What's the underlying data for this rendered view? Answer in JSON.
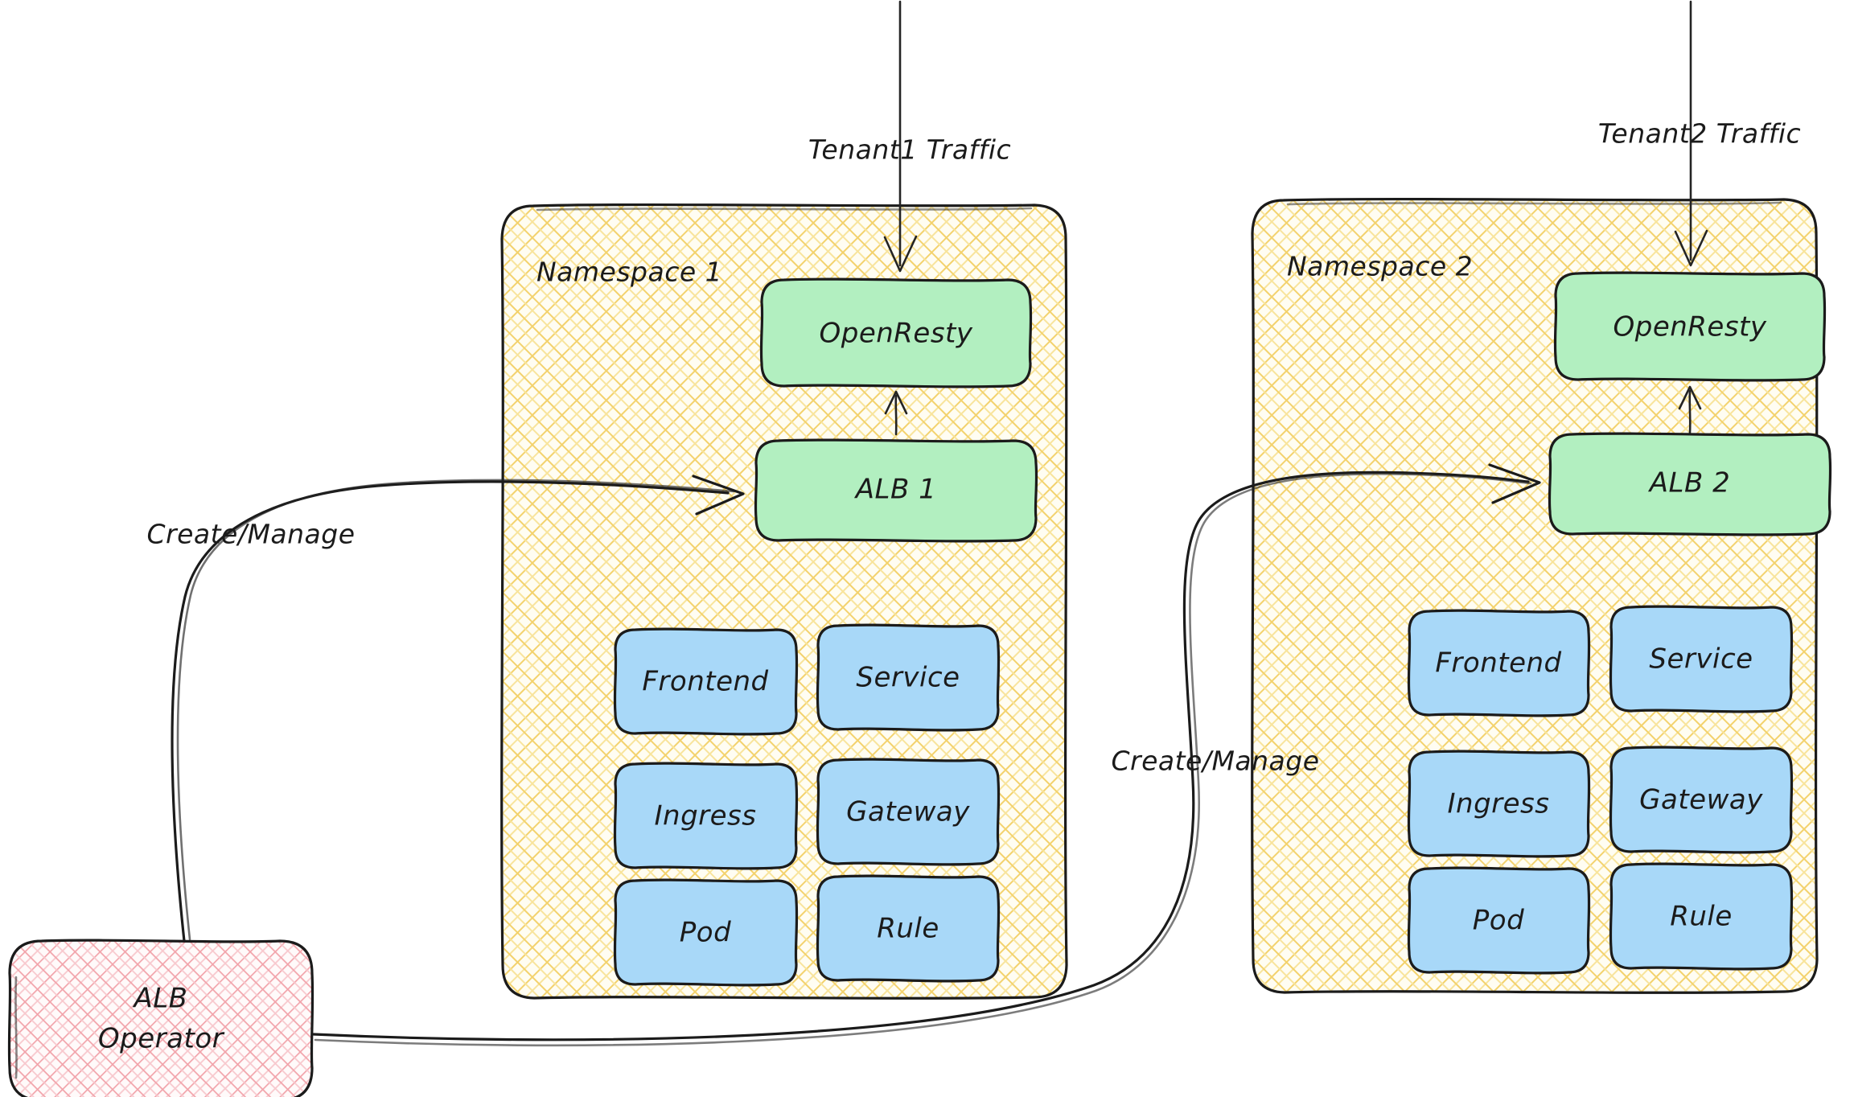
{
  "diagram": {
    "title": "ALB Operator multi-tenant namespace architecture",
    "colors": {
      "namespace_fill": "#fdf3c8",
      "namespace_hatch": "#f2d369",
      "namespace_stroke": "#1b1b1b",
      "green_fill": "#b2efc0",
      "green_stroke": "#1b1b1b",
      "blue_fill": "#a8d8f8",
      "blue_stroke": "#1b1b1b",
      "operator_fill": "#fbe3e6",
      "operator_hatch": "#f3a8ae",
      "operator_stroke": "#1b1b1b",
      "edge_stroke": "#1b1b1b",
      "text": "#1b1b1b",
      "background": "#ffffff"
    },
    "traffic_labels": [
      {
        "id": "tenant1-traffic",
        "text": "Tenant1 Traffic"
      },
      {
        "id": "tenant2-traffic",
        "text": "Tenant2 Traffic"
      }
    ],
    "edge_labels": [
      {
        "id": "create-manage-1",
        "text": "Create/Manage"
      },
      {
        "id": "create-manage-2",
        "text": "Create/Manage"
      }
    ],
    "operator": {
      "id": "alb-operator",
      "line1": "ALB",
      "line2": "Operator"
    },
    "namespaces": [
      {
        "id": "namespace-1",
        "label": "Namespace 1",
        "gateway": "OpenResty",
        "alb": "ALB 1",
        "resources": [
          {
            "id": "frontend",
            "label": "Frontend"
          },
          {
            "id": "service",
            "label": "Service"
          },
          {
            "id": "ingress",
            "label": "Ingress"
          },
          {
            "id": "gateway",
            "label": "Gateway"
          },
          {
            "id": "pod",
            "label": "Pod"
          },
          {
            "id": "rule",
            "label": "Rule"
          }
        ]
      },
      {
        "id": "namespace-2",
        "label": "Namespace 2",
        "gateway": "OpenResty",
        "alb": "ALB 2",
        "resources": [
          {
            "id": "frontend",
            "label": "Frontend"
          },
          {
            "id": "service",
            "label": "Service"
          },
          {
            "id": "ingress",
            "label": "Ingress"
          },
          {
            "id": "gateway",
            "label": "Gateway"
          },
          {
            "id": "pod",
            "label": "Pod"
          },
          {
            "id": "rule",
            "label": "Rule"
          }
        ]
      }
    ]
  }
}
